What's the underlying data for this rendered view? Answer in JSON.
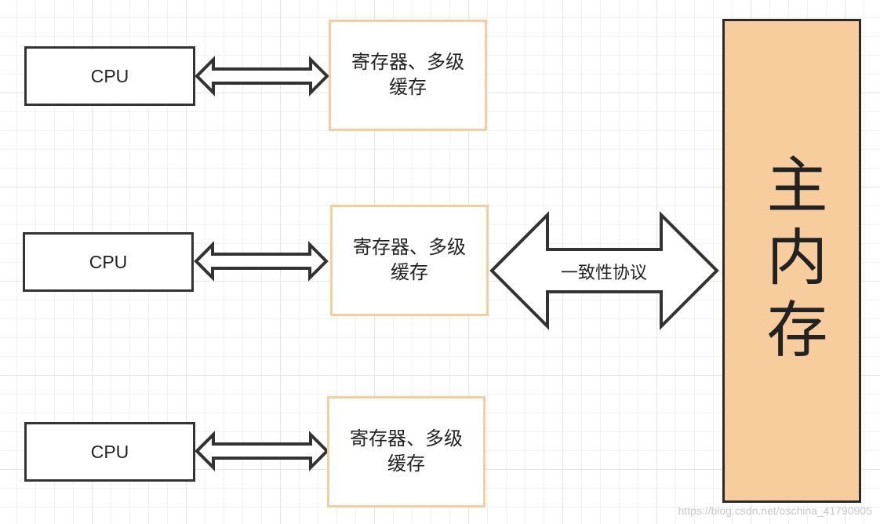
{
  "diagram": {
    "cpu_label": "CPU",
    "cache_label": "寄存器、多级缓存",
    "memory_label": "主内存",
    "protocol_label": "一致性协议",
    "watermark": "https://blog.csdn.net/oschina_41790905"
  },
  "colors": {
    "cache_border": "#f7cd9e",
    "memory_fill": "#f7cd9e",
    "stroke": "#333333"
  }
}
